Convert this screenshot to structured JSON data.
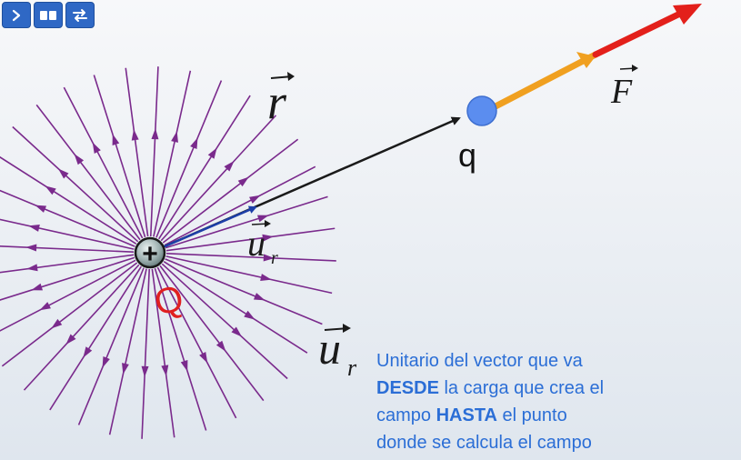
{
  "toolbar": {
    "buttons": [
      {
        "icon": "chevron-right-icon"
      },
      {
        "icon": "book-open-icon"
      },
      {
        "icon": "swap-arrows-icon"
      }
    ],
    "color": "#2f68c5"
  },
  "diagram": {
    "source_charge_sign": "+",
    "source_charge_label": "Q",
    "test_charge_label": "q",
    "position_vector_label": "r",
    "unit_vector_label_near": "u",
    "unit_vector_label_near_sub": "r",
    "unit_vector_label_far": "u",
    "unit_vector_label_far_sub": "r",
    "force_label": "F",
    "colors": {
      "field_lines": "#7a2a8c",
      "position_vector": "#1a1a1a",
      "unit_vector": "#1d3fa8",
      "test_charge": "#5b8def",
      "force_tail": "#f0a020",
      "force_head": "#e3201b",
      "source_label": "#e02020",
      "caption": "#2b6ed6"
    }
  },
  "caption": {
    "line1": "Unitario del vector que va",
    "line2_bold": "DESDE",
    "line2_rest": " la carga  que crea el",
    "line3_start": "campo ",
    "line3_bold": "HASTA",
    "line3_rest": " el punto",
    "line4": "donde se calcula el campo"
  }
}
